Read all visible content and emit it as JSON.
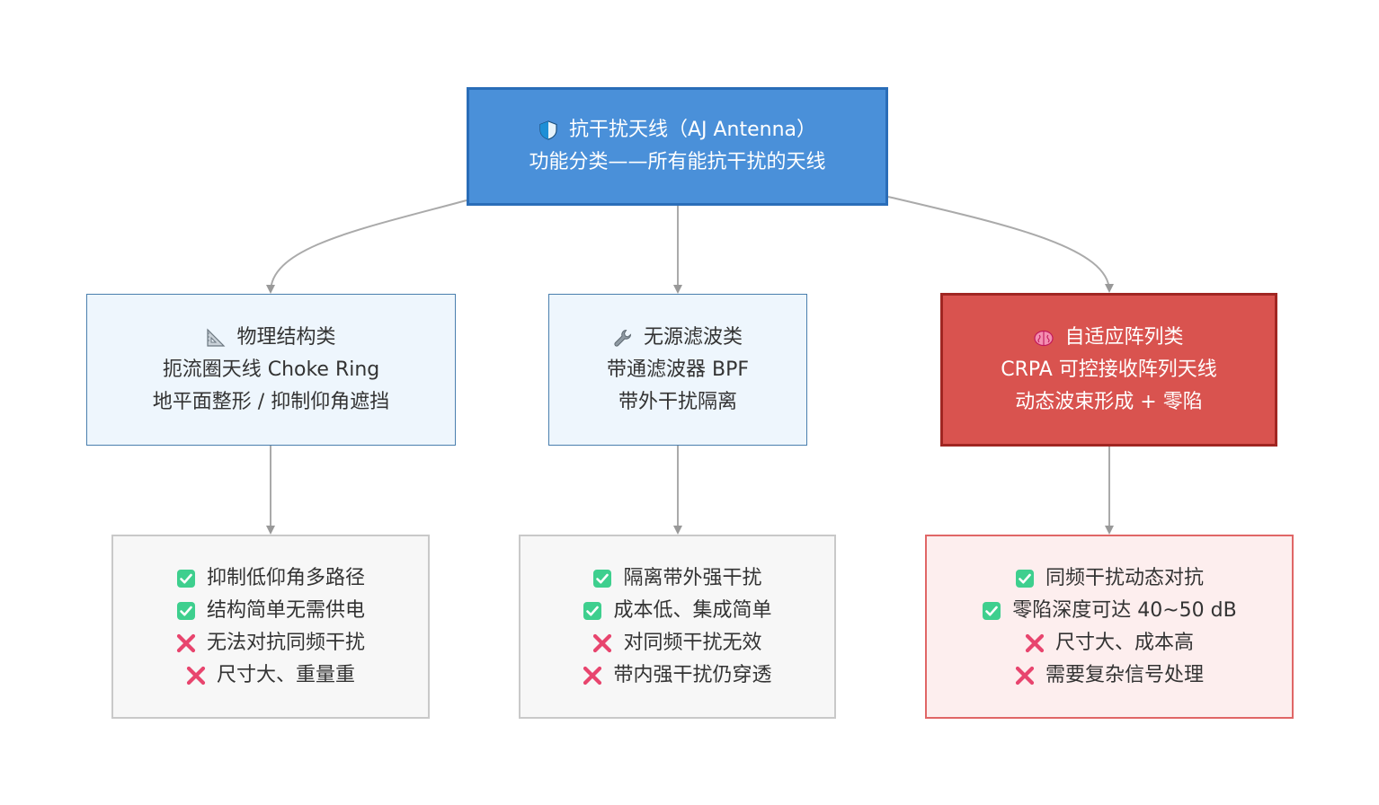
{
  "diagram": {
    "root": {
      "icon": "shield-icon",
      "title": "抗干扰天线（AJ Antenna）",
      "subtitle": "功能分类——所有能抗干扰的天线"
    },
    "categories": [
      {
        "key": "physical",
        "icon": "triangular-ruler-icon",
        "title": "物理结构类",
        "lines": [
          "扼流圈天线 Choke Ring",
          "地平面整形 / 抑制仰角遮挡"
        ],
        "details": [
          {
            "mark": "check",
            "text": "抑制低仰角多路径"
          },
          {
            "mark": "check",
            "text": "结构简单无需供电"
          },
          {
            "mark": "cross",
            "text": "无法对抗同频干扰"
          },
          {
            "mark": "cross",
            "text": "尺寸大、重量重"
          }
        ]
      },
      {
        "key": "passive",
        "icon": "wrench-icon",
        "title": "无源滤波类",
        "lines": [
          "带通滤波器 BPF",
          "带外干扰隔离"
        ],
        "details": [
          {
            "mark": "check",
            "text": "隔离带外强干扰"
          },
          {
            "mark": "check",
            "text": "成本低、集成简单"
          },
          {
            "mark": "cross",
            "text": "对同频干扰无效"
          },
          {
            "mark": "cross",
            "text": "带内强干扰仍穿透"
          }
        ]
      },
      {
        "key": "adaptive",
        "icon": "brain-icon",
        "title": "自适应阵列类",
        "lines": [
          "CRPA 可控接收阵列天线",
          "动态波束形成 + 零陷"
        ],
        "details": [
          {
            "mark": "check",
            "text": "同频干扰动态对抗"
          },
          {
            "mark": "check",
            "text": "零陷深度可达 40~50 dB"
          },
          {
            "mark": "cross",
            "text": "尺寸大、成本高"
          },
          {
            "mark": "cross",
            "text": "需要复杂信号处理"
          }
        ]
      }
    ],
    "colors": {
      "root_fill": "#4a90d9",
      "root_border": "#2a6db8",
      "category_fill": "#eef6fd",
      "category_border": "#4a7fae",
      "adaptive_fill": "#d9534f",
      "adaptive_border": "#a02622",
      "detail_fill": "#f7f7f7",
      "detail_border": "#c9c9c9",
      "adaptive_detail_fill": "#fdeeee",
      "adaptive_detail_border": "#e06666",
      "check": "#3ecf8e",
      "cross": "#e8456e",
      "edge": "#aaaaaa"
    }
  }
}
